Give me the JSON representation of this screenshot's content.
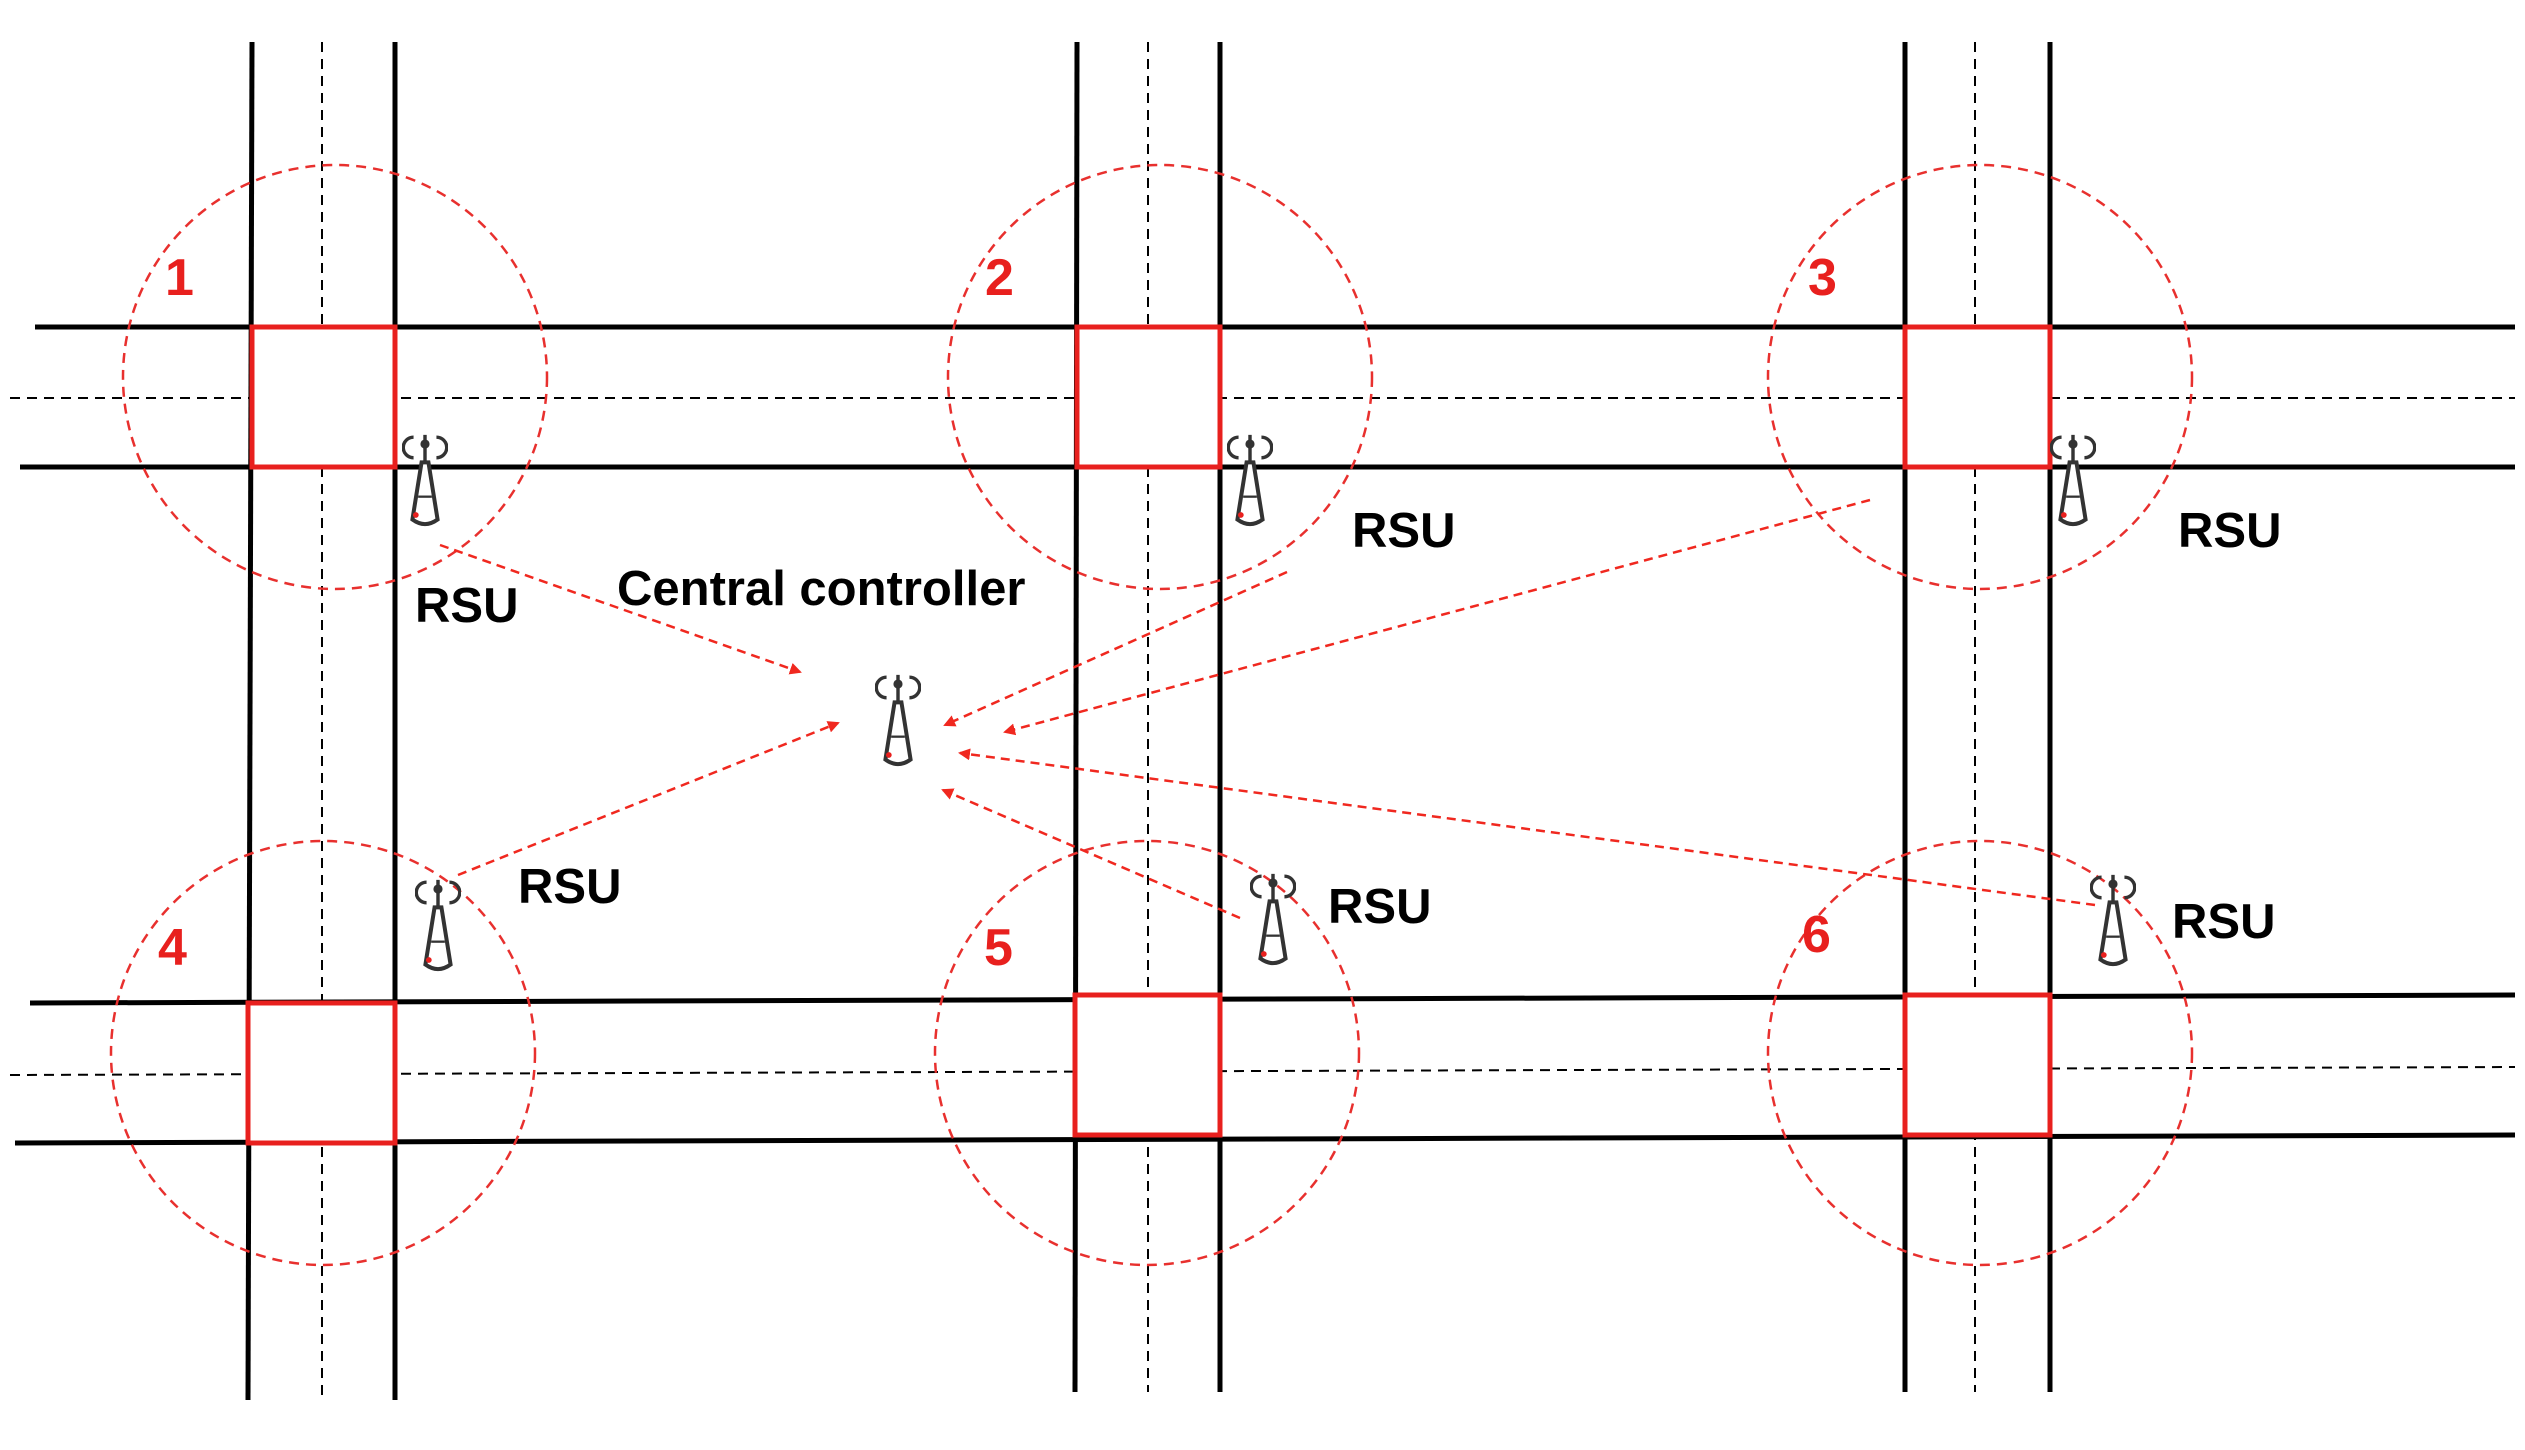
{
  "diagram": {
    "central_controller_label": "Central controller",
    "rsu_label": "RSU",
    "intersections": [
      {
        "number": "1"
      },
      {
        "number": "2"
      },
      {
        "number": "3"
      },
      {
        "number": "4"
      },
      {
        "number": "5"
      },
      {
        "number": "6"
      }
    ]
  },
  "colors": {
    "accent": "#e8201e",
    "road": "#000000",
    "background": "#ffffff"
  },
  "icons": {
    "rsu": "antenna-tower-icon",
    "controller": "antenna-tower-icon"
  }
}
